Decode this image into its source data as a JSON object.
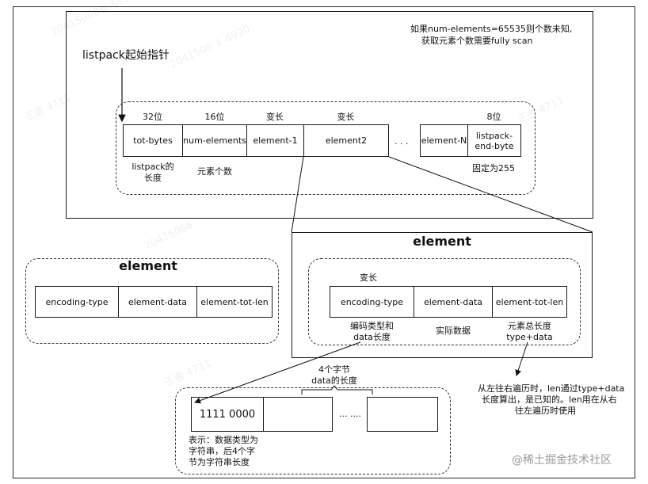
{
  "top_note": {
    "line1": "如果num-elements=65535则个数未知,",
    "line2": "获取元素个数需要fully scan"
  },
  "pointer_label": "listpack起始指针",
  "listpack": {
    "headers": {
      "tot_bytes": "32位",
      "num_elements": "16位",
      "element1": "变长",
      "element2": "变长",
      "end_byte": "8位"
    },
    "cells": {
      "tot_bytes": "tot-bytes",
      "num_elements": "num-elements",
      "element1": "element-1",
      "element2": "element2",
      "ellipsis": ". . .",
      "element_n": "element-N",
      "end_byte": "listpack-end-byte"
    },
    "notes": {
      "tot_bytes_1": "listpack的",
      "tot_bytes_2": "长度",
      "num_elements": "元素个数",
      "end_byte": "固定为255"
    }
  },
  "left_element": {
    "title": "element",
    "cells": [
      "encoding-type",
      "element-data",
      "element-tot-len"
    ]
  },
  "right_element": {
    "title": "element",
    "header": "变长",
    "cells": [
      "encoding-type",
      "element-data",
      "element-tot-len"
    ],
    "notes": {
      "enc_1": "编码类型和",
      "enc_2": "data长度",
      "data": "实际数据",
      "len_1": "元素总长度",
      "len_2": "type+data"
    }
  },
  "bottom": {
    "brace_label_1": "4个字节",
    "brace_label_2": "data的长度",
    "first_cell": "1111 0000",
    "ellipsis": "... ....",
    "note_1": "表示：数据类型为",
    "note_2": "字符串，后4个字",
    "note_3": "节为字符串长度"
  },
  "right_note": {
    "line1": "从左往右遍历时，len通过type+data",
    "line2": "长度算出，是已知的。len用在从右",
    "line3": "往左遍历时使用"
  },
  "watermark_site": "@稀土掘金技术社区",
  "watermarks": [
    "20415068@ 6990",
    "王者 4711",
    "2041506 ↓ 6990",
    "王者 4711",
    "20415068",
    "王者 4711"
  ]
}
